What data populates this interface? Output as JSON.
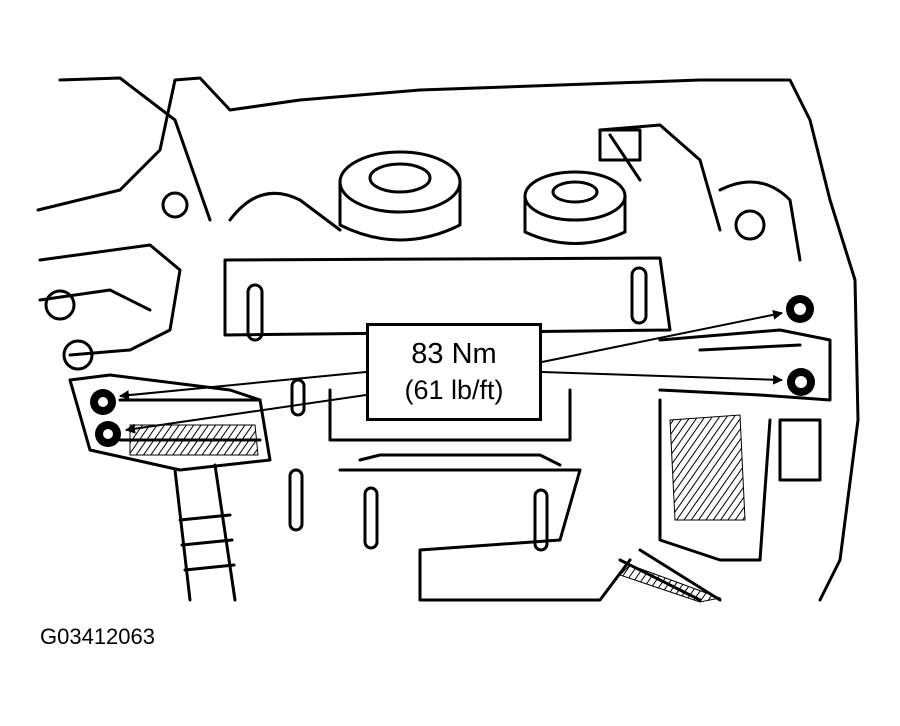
{
  "callout": {
    "torque_metric": "83 Nm",
    "torque_imperial": "(61 lb/ft)"
  },
  "figure_id": "G03412063"
}
